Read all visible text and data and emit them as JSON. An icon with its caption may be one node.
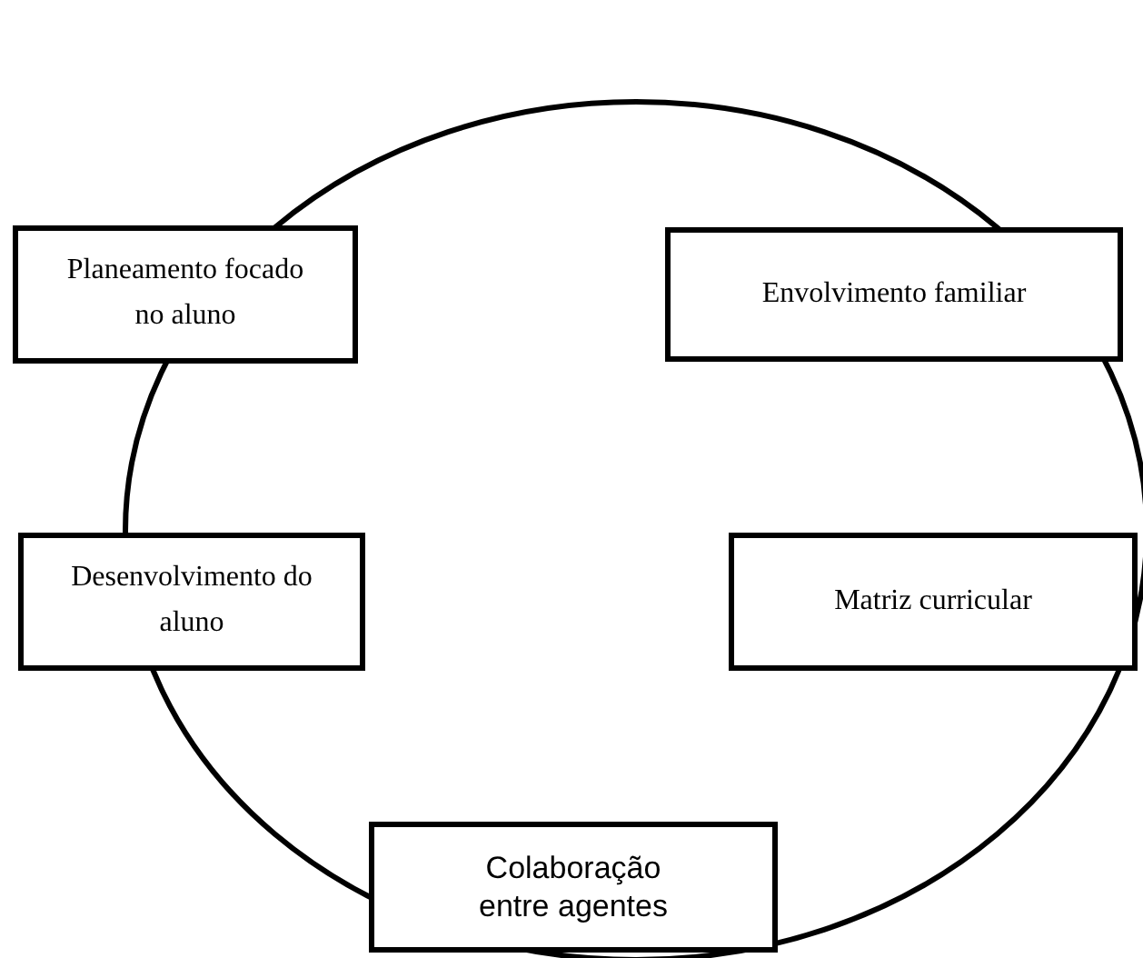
{
  "diagram": {
    "nodes": [
      {
        "text": [
          "Planeamento focado no aluno"
        ]
      },
      {
        "text": [
          "Envolvimento familiar"
        ]
      },
      {
        "text": [
          "Desenvolvimento do aluno"
        ]
      },
      {
        "text": [
          "Matriz curricular"
        ]
      },
      {
        "text": [
          "Colaboração entre agentes"
        ]
      }
    ]
  }
}
